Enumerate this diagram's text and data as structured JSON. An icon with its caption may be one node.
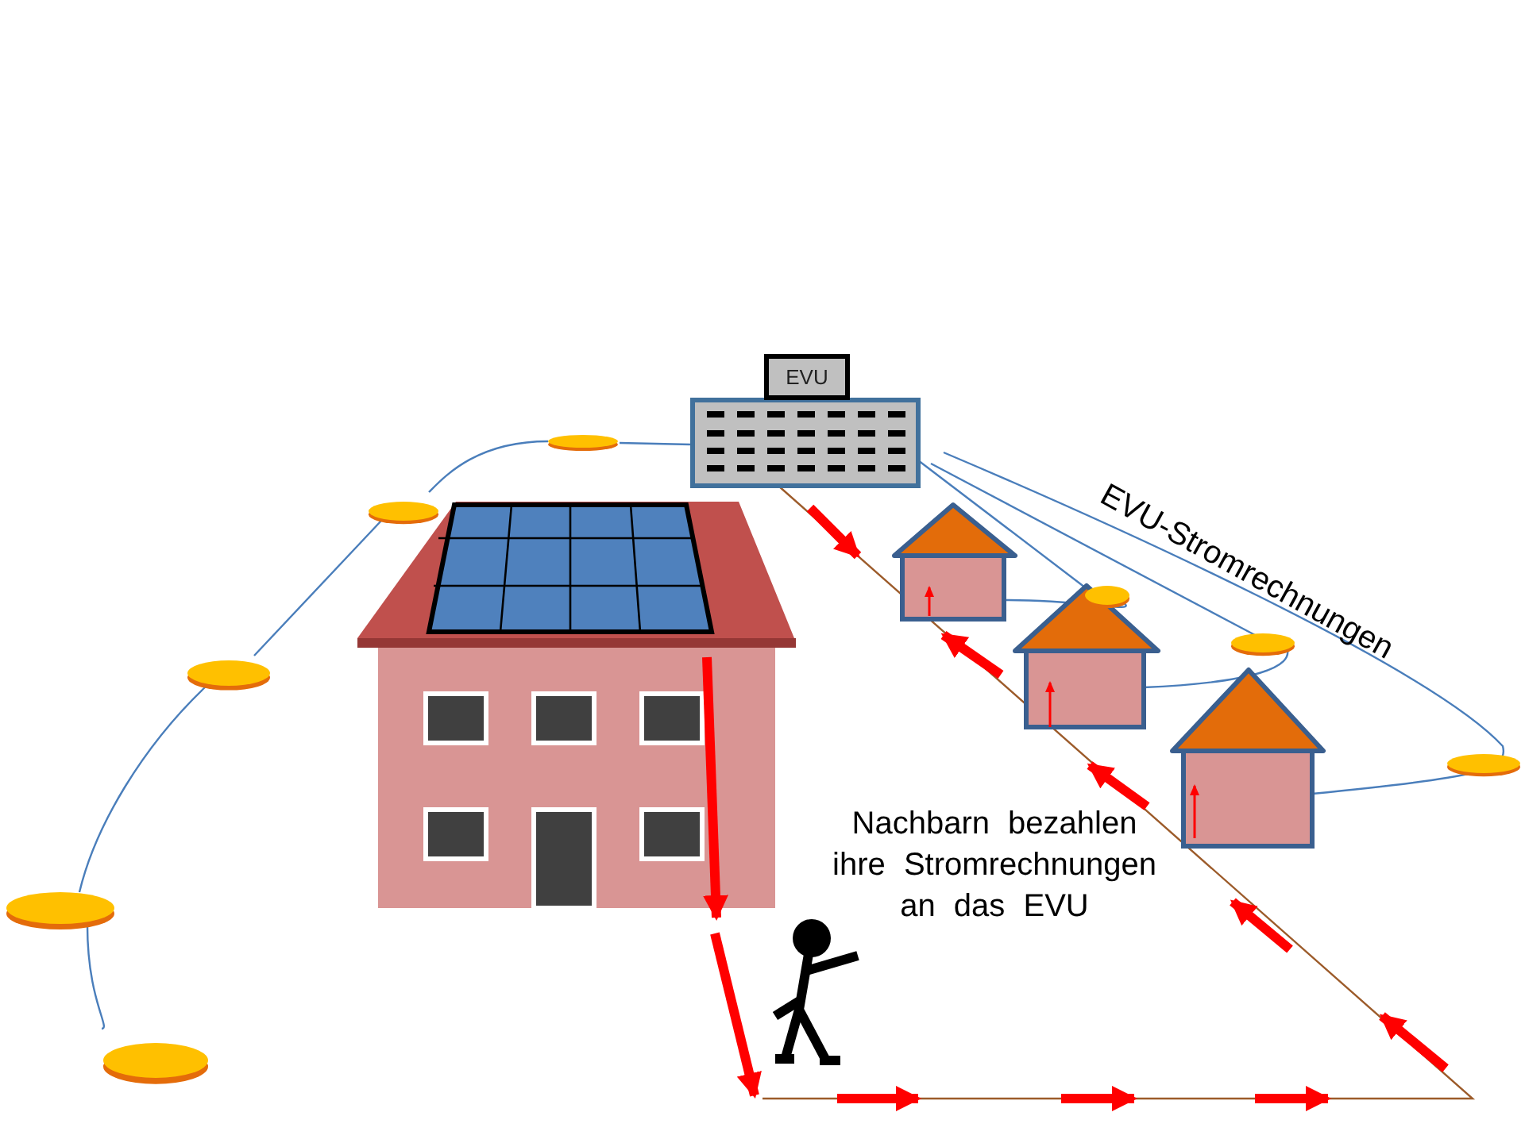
{
  "diagram": {
    "nodes": [
      {
        "text": [
          "EVU"
        ]
      }
    ],
    "labels": [
      "EVU-Stromrechnungen",
      "Nachbarn bezahlen ihre Stromrechnungen an das EVU"
    ]
  }
}
